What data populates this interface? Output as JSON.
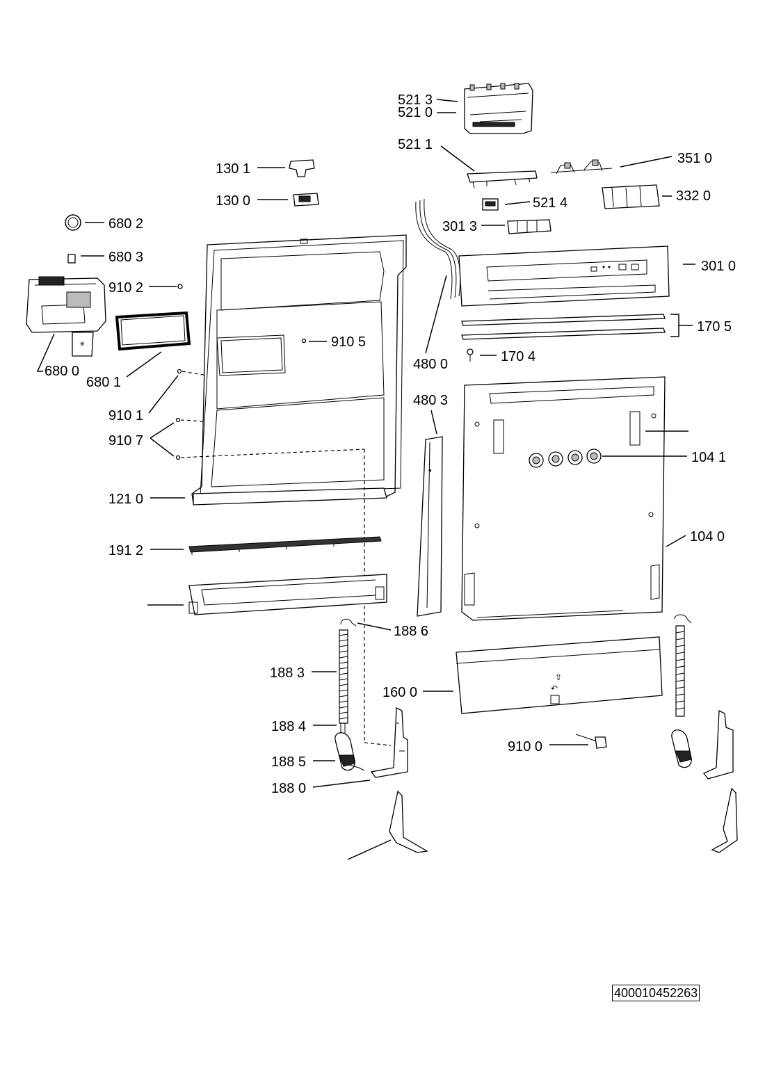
{
  "document_id": "400010452263",
  "labels": {
    "l5213": "521 3",
    "l5210": "521 0",
    "l5211": "521 1",
    "l3510": "351 0",
    "l1301": "130 1",
    "l1300": "130 0",
    "l5214": "521 4",
    "l3320": "332 0",
    "l6802": "680 2",
    "l3013": "301 3",
    "l6803": "680 3",
    "l3010": "301 0",
    "l9102": "910 2",
    "l1705": "170 5",
    "l9105": "910 5",
    "l6800": "680 0",
    "l6801": "680 1",
    "l4800": "480 0",
    "l1704": "170 4",
    "l4803": "480 3",
    "l9101": "910 1",
    "l9107": "910 7",
    "l1041": "104 1",
    "l1210": "121 0",
    "l1040": "104 0",
    "l1912": "191 2",
    "l1886": "188 6",
    "l1883": "188 3",
    "l1600": "160 0",
    "l1884": "188 4",
    "l9100": "910 0",
    "l1885": "188 5",
    "l1880": "188 0"
  }
}
